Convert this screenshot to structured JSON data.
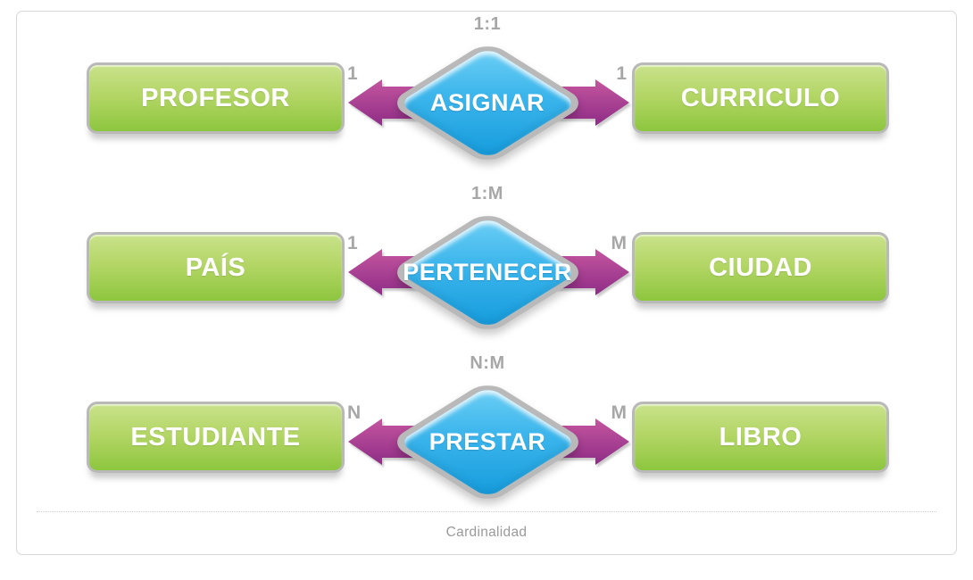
{
  "card": {
    "caption": "Cardinalidad"
  },
  "colors": {
    "entity_green_top": "#c9e28b",
    "entity_green_bottom": "#8dc63f",
    "relation_blue_top": "#6fd0f5",
    "relation_blue_bottom": "#149bdc",
    "arrow_purple_top": "#c5569f",
    "arrow_purple_bottom": "#8e2c86",
    "shape_border_gray": "#b9b9b9",
    "label_gray": "#a7a7a7",
    "card_border": "#d8d8d8"
  },
  "diagram": {
    "rows": [
      {
        "ratio": "1:1",
        "left_entity": "PROFESOR",
        "relation": "ASIGNAR",
        "right_entity": "CURRICULO",
        "left_cardinality": "1",
        "right_cardinality": "1"
      },
      {
        "ratio": "1:M",
        "left_entity": "PAÍS",
        "relation": "PERTENECER",
        "right_entity": "CIUDAD",
        "left_cardinality": "1",
        "right_cardinality": "M"
      },
      {
        "ratio": "N:M",
        "left_entity": "ESTUDIANTE",
        "relation": "PRESTAR",
        "right_entity": "LIBRO",
        "left_cardinality": "N",
        "right_cardinality": "M"
      }
    ]
  }
}
